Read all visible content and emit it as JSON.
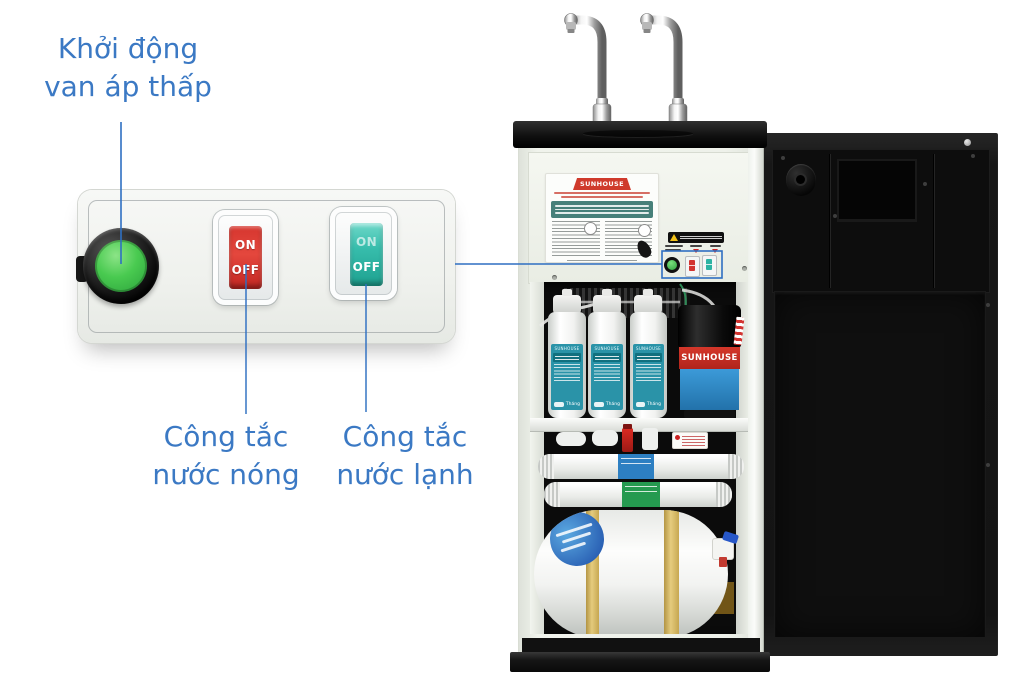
{
  "annotations": {
    "low_pressure": {
      "line1": "Khởi động",
      "line2": "van áp thấp"
    },
    "hot_switch": {
      "line1": "Công tắc",
      "line2": "nước nóng"
    },
    "cold_switch": {
      "line1": "Công tắc",
      "line2": "nước lạnh"
    }
  },
  "inset_panel": {
    "hot_switch": {
      "on": "ON",
      "off": "OFF"
    },
    "cold_switch": {
      "on": "ON",
      "off": "OFF"
    }
  },
  "machine": {
    "sticker_brand": "SUNHOUSE",
    "pump_brand": "SUNHOUSE",
    "filters": [
      {
        "brand": "SUNHOUSE",
        "badge": "Tháng"
      },
      {
        "brand": "SUNHOUSE",
        "badge": "Tháng"
      },
      {
        "brand": "SUNHOUSE",
        "badge": "Tháng"
      }
    ]
  },
  "colors": {
    "annotation_blue": "#2e6fc2",
    "text_blue": "#3b79c4",
    "switch_red": "#d23430",
    "switch_teal": "#2bb3a3",
    "button_green": "#3cc04a",
    "brand_red": "#cf3a2c"
  }
}
